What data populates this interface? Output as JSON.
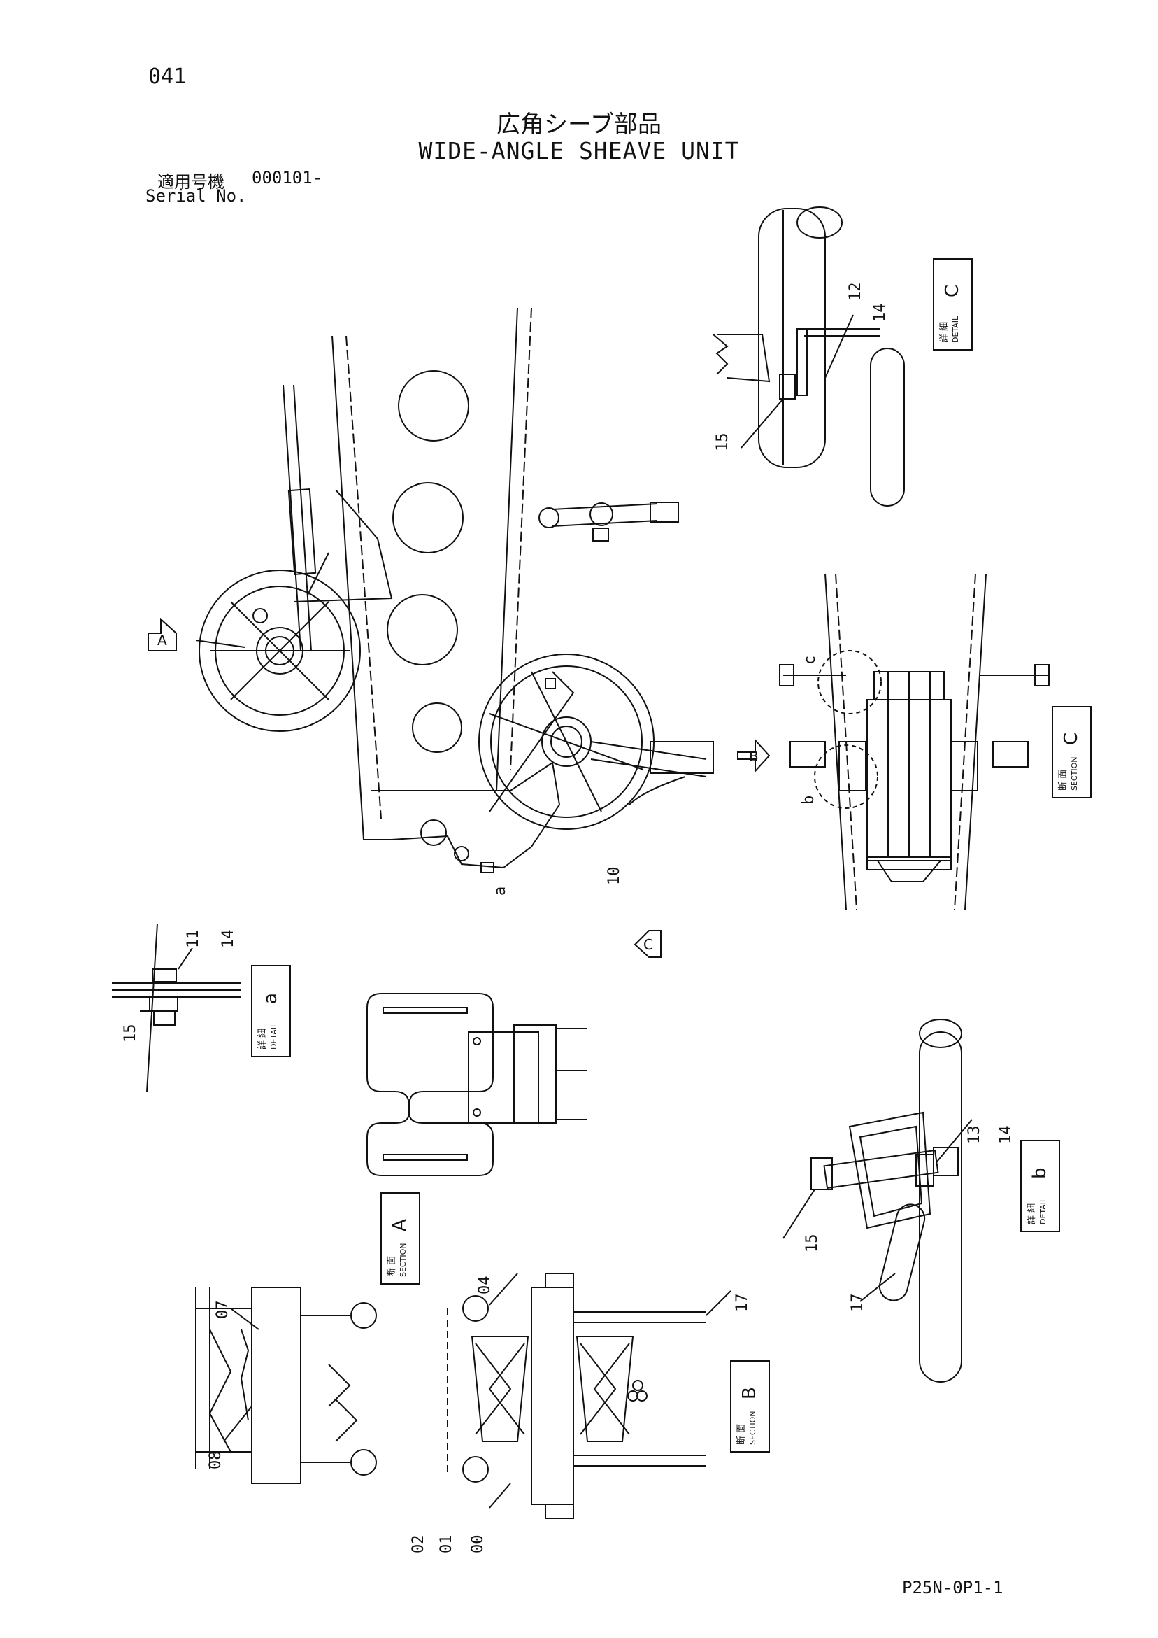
{
  "page_number": "041",
  "title_jp": "広角シーブ部品",
  "title_en": "WIDE-ANGLE SHEAVE UNIT",
  "serial": {
    "label_jp": "適用号機",
    "range": "000101-",
    "label_en": "Serial No."
  },
  "drawing_code": "P25N-0P1-1",
  "view_markers": [
    "A",
    "B",
    "C"
  ],
  "tags": {
    "detail_c": {
      "jp": "詳 細",
      "en": "DETAIL",
      "letter": "C"
    },
    "section_c": {
      "jp": "断 面",
      "en": "SECTION",
      "letter": "C"
    },
    "detail_a": {
      "jp": "詳 細",
      "en": "DETAIL",
      "letter": "a"
    },
    "detail_b": {
      "jp": "詳 細",
      "en": "DETAIL",
      "letter": "b"
    },
    "section_a": {
      "jp": "断 面",
      "en": "SECTION",
      "letter": "A"
    },
    "section_b": {
      "jp": "断 面",
      "en": "SECTION",
      "letter": "B"
    }
  },
  "callouts": {
    "c12": "12",
    "c12_14": "14",
    "c15_top": "15",
    "c10": "10",
    "ca": "a",
    "cc_small": "c",
    "cb_small": "b",
    "c11": "11",
    "c11_14": "14",
    "c15_a": "15",
    "c13": "13",
    "c13_14": "14",
    "c15_b": "15",
    "c17_b": "17",
    "c07": "07",
    "c08": "08",
    "c04": "04",
    "c17": "17",
    "c02": "02",
    "c01": "01",
    "c00": "00"
  }
}
